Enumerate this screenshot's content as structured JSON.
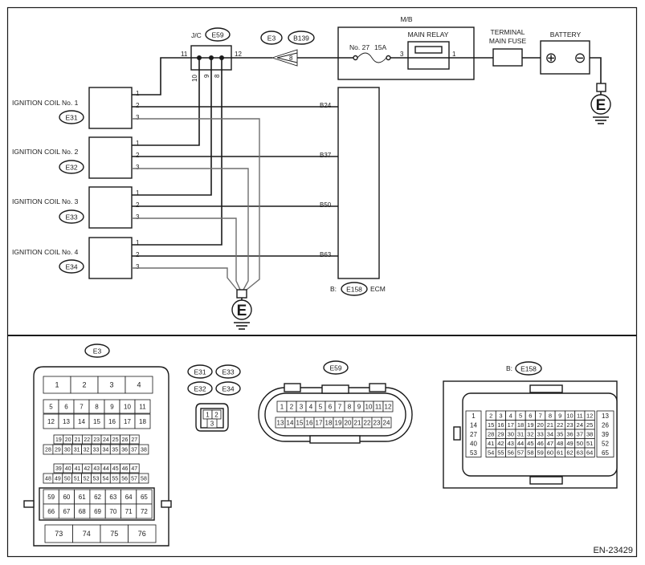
{
  "doc_code": "EN-23429",
  "mb": {
    "title": "M/B",
    "fuse_no": "No. 27",
    "fuse_rating": "15A",
    "relay_label": "MAIN RELAY",
    "relay_pin_left": "3",
    "relay_pin_right": "1"
  },
  "terminal_fuse": {
    "line1": "TERMINAL",
    "line2": "MAIN FUSE"
  },
  "battery": {
    "label": "BATTERY",
    "plus": "⊕",
    "minus": "⊖"
  },
  "jc": {
    "label": "J/C",
    "connector": "E59",
    "pins": {
      "left": "11",
      "right": "12",
      "p10": "10",
      "p9": "9",
      "p8": "8"
    }
  },
  "joint": {
    "e3": "E3",
    "b139": "B139",
    "pin": "8"
  },
  "coils": [
    {
      "label": "IGNITION COIL No. 1",
      "connector": "E31",
      "pins": [
        "1",
        "2",
        "3"
      ],
      "ecm_pin": "B24"
    },
    {
      "label": "IGNITION COIL No. 2",
      "connector": "E32",
      "pins": [
        "1",
        "2",
        "3"
      ],
      "ecm_pin": "B37"
    },
    {
      "label": "IGNITION COIL No. 3",
      "connector": "E33",
      "pins": [
        "1",
        "2",
        "3"
      ],
      "ecm_pin": "B50"
    },
    {
      "label": "IGNITION COIL No. 4",
      "connector": "E34",
      "pins": [
        "1",
        "2",
        "3"
      ],
      "ecm_pin": "B63"
    }
  ],
  "ecm": {
    "prefix": "B:",
    "connector": "E158",
    "label": "ECM"
  },
  "ground_symbol": "E",
  "connectors": {
    "e3": {
      "label": "E3",
      "row_top": [
        "1",
        "2",
        "3",
        "4"
      ],
      "row_a": [
        "5",
        "6",
        "7",
        "8",
        "9",
        "10",
        "11"
      ],
      "row_b": [
        "12",
        "13",
        "14",
        "15",
        "16",
        "17",
        "18"
      ],
      "row_c": [
        "19",
        "20",
        "21",
        "22",
        "23",
        "24",
        "25",
        "26",
        "27"
      ],
      "row_d": [
        "28",
        "29",
        "30",
        "31",
        "32",
        "33",
        "34",
        "35",
        "36",
        "37",
        "38"
      ],
      "row_e": [
        "39",
        "40",
        "41",
        "42",
        "43",
        "44",
        "45",
        "46",
        "47"
      ],
      "row_f": [
        "48",
        "49",
        "50",
        "51",
        "52",
        "53",
        "54",
        "55",
        "56",
        "57",
        "58"
      ],
      "row_g": [
        "59",
        "60",
        "61",
        "62",
        "63",
        "64",
        "65"
      ],
      "row_h": [
        "66",
        "67",
        "68",
        "69",
        "70",
        "71",
        "72"
      ],
      "row_bottom": [
        "73",
        "74",
        "75",
        "76"
      ]
    },
    "coil": {
      "labels": [
        "E31",
        "E33",
        "E32",
        "E34"
      ],
      "pins": [
        "1",
        "2",
        "3"
      ]
    },
    "e59": {
      "label": "E59",
      "row1": [
        "1",
        "2",
        "3",
        "4",
        "5",
        "6",
        "7",
        "8",
        "9",
        "10",
        "11",
        "12"
      ],
      "row2": [
        "13",
        "14",
        "15",
        "16",
        "17",
        "18",
        "19",
        "20",
        "21",
        "22",
        "23",
        "24"
      ]
    },
    "e158": {
      "prefix": "B:",
      "label": "E158",
      "left_col": [
        "1",
        "14",
        "27",
        "40",
        "53"
      ],
      "right_col": [
        "13",
        "26",
        "39",
        "52",
        "65"
      ],
      "rows": [
        [
          "2",
          "3",
          "4",
          "5",
          "6",
          "7",
          "8",
          "9",
          "10",
          "11",
          "12"
        ],
        [
          "15",
          "16",
          "17",
          "18",
          "19",
          "20",
          "21",
          "22",
          "23",
          "24",
          "25"
        ],
        [
          "28",
          "29",
          "30",
          "31",
          "32",
          "33",
          "34",
          "35",
          "36",
          "37",
          "38"
        ],
        [
          "41",
          "42",
          "43",
          "44",
          "45",
          "46",
          "47",
          "48",
          "49",
          "50",
          "51"
        ],
        [
          "54",
          "55",
          "56",
          "57",
          "58",
          "59",
          "60",
          "61",
          "62",
          "63",
          "64"
        ]
      ]
    }
  }
}
